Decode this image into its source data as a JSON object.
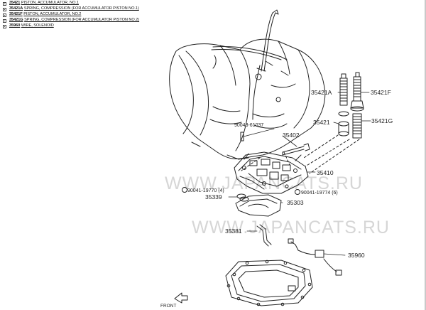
{
  "legend": {
    "items": [
      {
        "code": "35421",
        "name": "PISTON, ACCUMULATOR, NO.1"
      },
      {
        "code": "35421A",
        "name": "SPRING, COMPRESSION (FOR ACCUMULATOR PISTON NO.1)"
      },
      {
        "code": "35421F",
        "name": "PISTON, ACCUMULATOR, NO.2"
      },
      {
        "code": "35421G",
        "name": "SPRING, COMPRESSION (FOR ACCUMULATOR PISTON NO.2)"
      },
      {
        "code": "35960",
        "name": "WIRE, SOLENOID"
      }
    ]
  },
  "diagram": {
    "labels": {
      "p35421A": "35421A",
      "p35421F": "35421F",
      "p35421": "35421",
      "p35421G": "35421G",
      "p90043": "90043-61037",
      "p35402": "35402",
      "p35410": "35410",
      "p90041_left": "90041-19770 (4)",
      "p90041_right": "90041-19774 (6)",
      "p35339": "35339",
      "p35303": "35303",
      "p35381": "35381",
      "p35960": "35960",
      "front": "FRONT"
    },
    "watermark": "WWW.JAPANCATS.RU"
  }
}
